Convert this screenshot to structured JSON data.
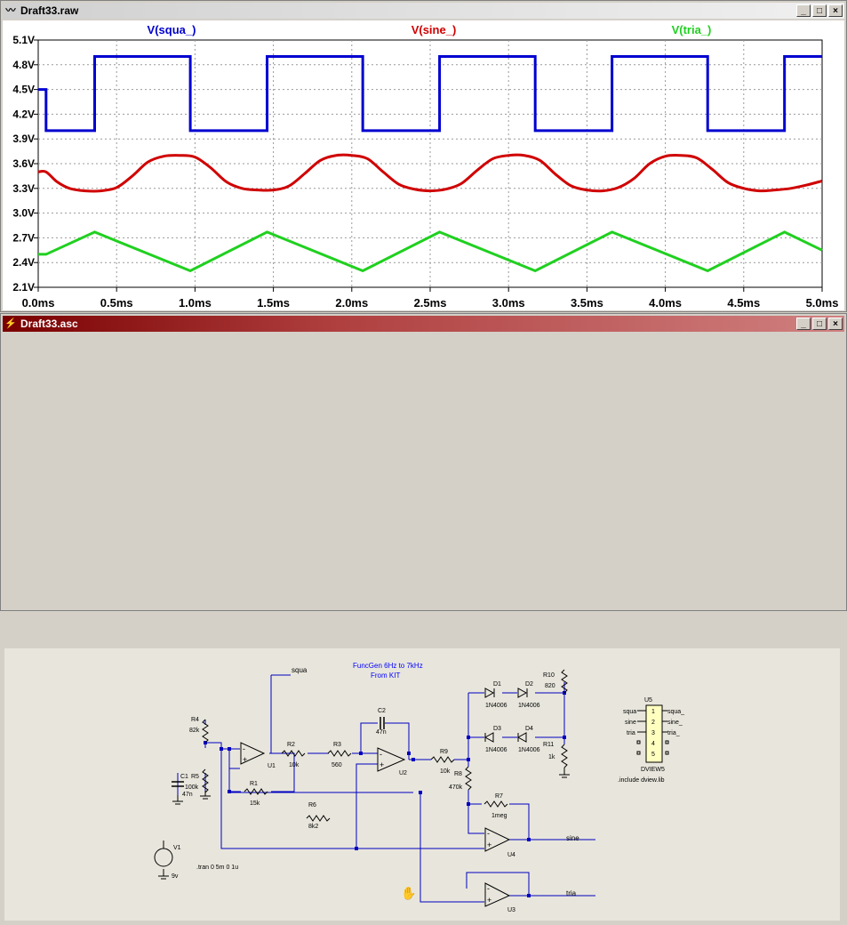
{
  "waveform_window": {
    "title": "Draft33.raw",
    "buttons": {
      "minimize": "_",
      "maximize": "□",
      "close": "×"
    }
  },
  "schematic_window": {
    "title": "Draft33.asc",
    "buttons": {
      "minimize": "_",
      "maximize": "□",
      "close": "×"
    }
  },
  "chart_data": {
    "type": "line",
    "x_unit": "ms",
    "xlim": [
      0,
      5
    ],
    "ylim": [
      2.1,
      5.1
    ],
    "x_ticks": [
      "0.0ms",
      "0.5ms",
      "1.0ms",
      "1.5ms",
      "2.0ms",
      "2.5ms",
      "3.0ms",
      "3.5ms",
      "4.0ms",
      "4.5ms",
      "5.0ms"
    ],
    "y_ticks": [
      "5.1V",
      "4.8V",
      "4.5V",
      "4.2V",
      "3.9V",
      "3.6V",
      "3.3V",
      "3.0V",
      "2.7V",
      "2.4V",
      "2.1V"
    ],
    "grid": true,
    "legend": "top",
    "series": [
      {
        "name": "V(squa_)",
        "color": "#0000d0",
        "x": [
          0.0,
          0.05,
          0.05,
          0.36,
          0.36,
          0.97,
          0.97,
          1.46,
          1.46,
          2.07,
          2.07,
          2.56,
          2.56,
          3.17,
          3.17,
          3.66,
          3.66,
          4.27,
          4.27,
          4.76,
          4.76,
          5.0
        ],
        "y": [
          4.5,
          4.5,
          4.0,
          4.0,
          4.9,
          4.9,
          4.0,
          4.0,
          4.9,
          4.9,
          4.0,
          4.0,
          4.9,
          4.9,
          4.0,
          4.0,
          4.9,
          4.9,
          4.0,
          4.0,
          4.9,
          4.9
        ]
      },
      {
        "name": "V(sine_)",
        "color": "#d00000",
        "x": [
          0.0,
          0.05,
          0.12,
          0.2,
          0.3,
          0.4,
          0.5,
          0.6,
          0.7,
          0.8,
          0.9,
          1.0,
          1.1,
          1.2,
          1.3,
          1.4,
          1.5,
          1.6,
          1.7,
          1.8,
          1.9,
          2.0,
          2.1,
          2.2,
          2.3,
          2.4,
          2.5,
          2.6,
          2.7,
          2.8,
          2.9,
          3.0,
          3.1,
          3.2,
          3.3,
          3.4,
          3.5,
          3.6,
          3.7,
          3.8,
          3.9,
          4.0,
          4.1,
          4.2,
          4.3,
          4.4,
          4.5,
          4.6,
          4.7,
          4.8,
          4.9,
          5.0
        ],
        "y": [
          3.5,
          3.5,
          3.38,
          3.3,
          3.27,
          3.27,
          3.31,
          3.45,
          3.62,
          3.69,
          3.7,
          3.68,
          3.55,
          3.38,
          3.3,
          3.28,
          3.28,
          3.33,
          3.48,
          3.64,
          3.7,
          3.7,
          3.66,
          3.5,
          3.35,
          3.29,
          3.27,
          3.29,
          3.36,
          3.52,
          3.66,
          3.7,
          3.7,
          3.64,
          3.47,
          3.33,
          3.28,
          3.27,
          3.31,
          3.42,
          3.6,
          3.69,
          3.7,
          3.67,
          3.53,
          3.37,
          3.3,
          3.27,
          3.28,
          3.3,
          3.34,
          3.39
        ]
      },
      {
        "name": "V(tria_)",
        "color": "#20d020",
        "x": [
          0.0,
          0.05,
          0.36,
          0.97,
          1.46,
          2.07,
          2.56,
          3.17,
          3.66,
          4.27,
          4.76,
          5.0
        ],
        "y": [
          2.5,
          2.5,
          2.77,
          2.3,
          2.77,
          2.3,
          2.77,
          2.3,
          2.77,
          2.3,
          2.77,
          2.55
        ]
      }
    ]
  },
  "schematic": {
    "title_lines": [
      "FuncGen 6Hz to 7kHz",
      "From KIT"
    ],
    "net_labels": {
      "squa": "squa",
      "sine": "sine",
      "tria": "tria"
    },
    "components": {
      "R1": {
        "ref": "R1",
        "value": "15k"
      },
      "R2": {
        "ref": "R2",
        "value": "10k"
      },
      "R3": {
        "ref": "R3",
        "value": "560"
      },
      "R4": {
        "ref": "R4",
        "value": "82k"
      },
      "R5": {
        "ref": "R5",
        "value": "100k"
      },
      "R6": {
        "ref": "R6",
        "value": "8k2"
      },
      "R7": {
        "ref": "R7",
        "value": "1meg"
      },
      "R8": {
        "ref": "R8",
        "value": "470k"
      },
      "R9": {
        "ref": "R9",
        "value": "10k"
      },
      "R10": {
        "ref": "R10",
        "value": "820"
      },
      "R11": {
        "ref": "R11",
        "value": "1k"
      },
      "C1": {
        "ref": "C1",
        "value": "47n"
      },
      "C2": {
        "ref": "C2",
        "value": "47n"
      },
      "D1": {
        "ref": "D1",
        "value": "1N4006"
      },
      "D2": {
        "ref": "D2",
        "value": "1N4006"
      },
      "D3": {
        "ref": "D3",
        "value": "1N4006"
      },
      "D4": {
        "ref": "D4",
        "value": "1N4006"
      },
      "U1": {
        "ref": "U1"
      },
      "U2": {
        "ref": "U2"
      },
      "U3": {
        "ref": "U3"
      },
      "U4": {
        "ref": "U4"
      },
      "V1": {
        "ref": "V1",
        "value": "9v"
      }
    },
    "dview": {
      "ref": "U5",
      "name": "DVIEW5",
      "inputs": [
        "squa",
        "sine",
        "tria"
      ],
      "outputs": [
        "squa_",
        "sine_",
        "tria_"
      ],
      "pins": [
        "1",
        "2",
        "3",
        "4",
        "5"
      ],
      "include": ".include dview.lib"
    },
    "directive": ".tran 0 5m 0 1u"
  }
}
